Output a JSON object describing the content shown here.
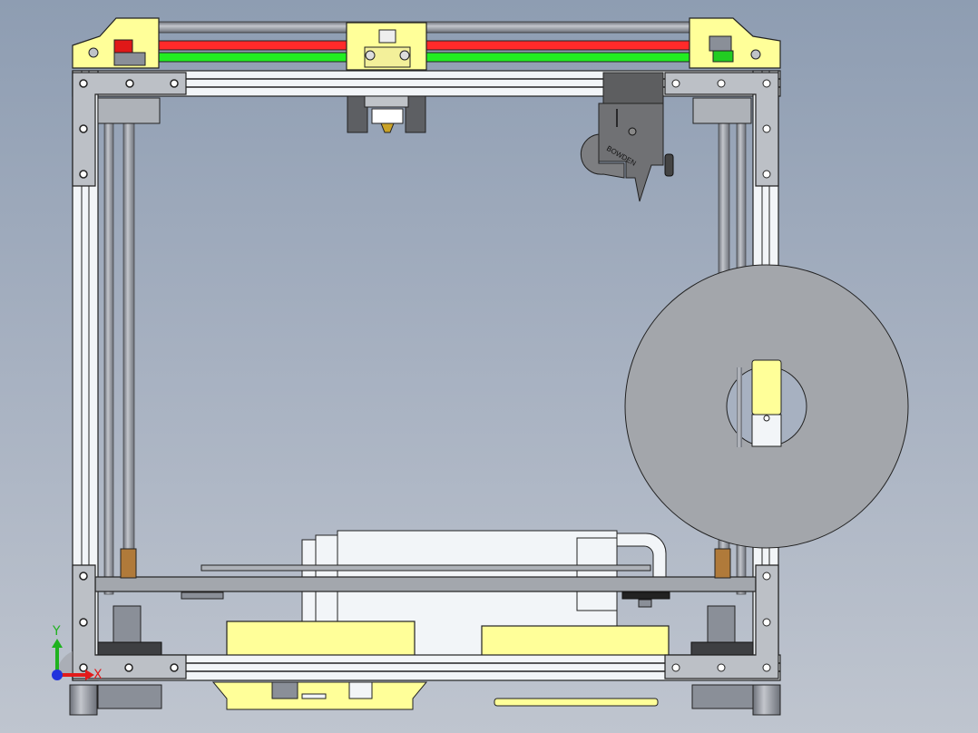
{
  "viewport": {
    "view": "Front",
    "background_top": "#8e9db2",
    "background_bottom": "#bfc5cf"
  },
  "model": {
    "name": "3D printer assembly",
    "colors": {
      "frame_extrusion": "#f2f5f8",
      "corner_bracket": "#bcc0c6",
      "printed_part": "#ffff99",
      "belt_top": "#ff2a2a",
      "belt_bottom": "#22ee22",
      "rod": "#8a8f98",
      "spool": "#a3a6ab",
      "extruder": "#6f7072",
      "bushing": "#b07a3a",
      "nozzle": "#c9a227"
    },
    "extruder_engraving": "BOWDEN"
  },
  "triad": {
    "x_label": "X",
    "y_label": "Y",
    "x_color": "#e21b1b",
    "y_color": "#1fb21f",
    "z_color": "#2233dd"
  }
}
